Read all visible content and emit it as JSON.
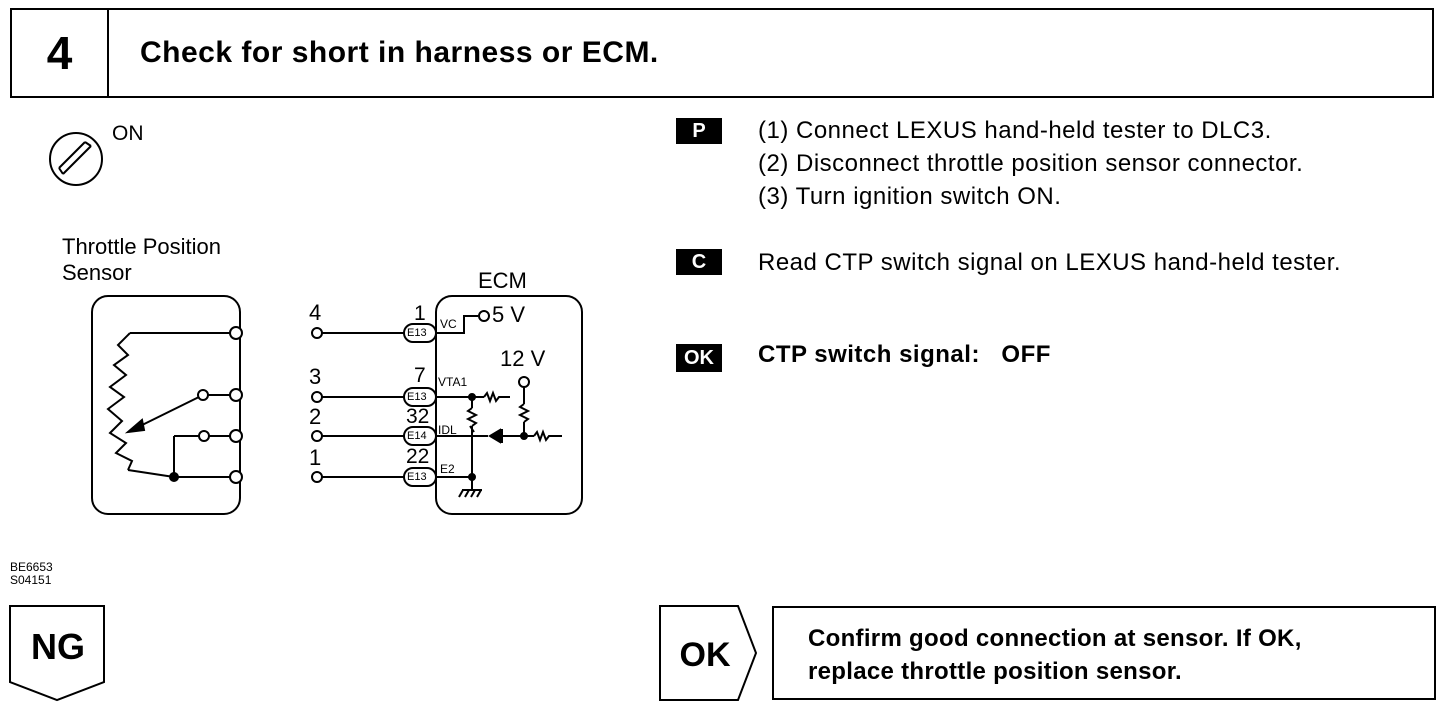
{
  "header": {
    "step_number": "4",
    "title": "Check for short in harness or ECM."
  },
  "ignition": {
    "label": "ON"
  },
  "diagram": {
    "tps_label_line1": "Throttle Position",
    "tps_label_line2": "Sensor",
    "ecm_label": "ECM",
    "terminals_left": [
      "4",
      "3",
      "2",
      "1"
    ],
    "pins": [
      "1",
      "7",
      "32",
      "22"
    ],
    "connectors": [
      "E13",
      "E13",
      "E14",
      "E13"
    ],
    "signals": [
      "VC",
      "VTA1",
      "IDL",
      "E2"
    ],
    "voltage_vc": "5 V",
    "voltage_12": "12 V"
  },
  "instructions": {
    "p_badge": "P",
    "p_steps": [
      "(1) Connect LEXUS hand-held tester to DLC3.",
      "(2) Disconnect throttle position sensor connector.",
      "(3) Turn ignition switch ON."
    ],
    "c_badge": "C",
    "c_text": "Read CTP switch signal on LEXUS hand-held tester.",
    "ok_badge": "OK",
    "ok_text": "CTP switch signal:   OFF"
  },
  "figure_codes": [
    "BE6653",
    "S04151"
  ],
  "result": {
    "ng_label": "NG",
    "ok_label": "OK",
    "ok_line1": "Confirm good connection at sensor. If OK,",
    "ok_line2": "replace throttle position sensor."
  }
}
